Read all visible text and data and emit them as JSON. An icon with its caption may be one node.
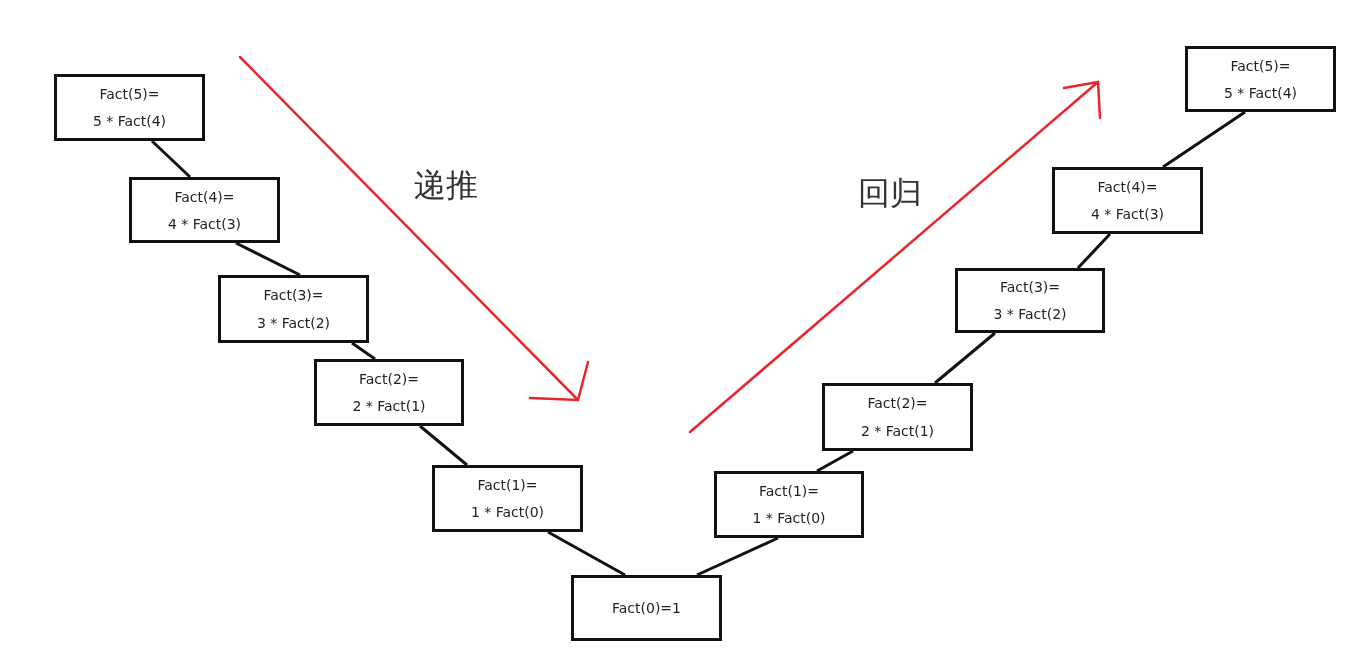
{
  "diagram": {
    "nodes": [
      {
        "text": [
          "Fact(5)=",
          "5 * Fact(4)"
        ]
      },
      {
        "text": [
          "Fact(4)=",
          "4 * Fact(3)"
        ]
      },
      {
        "text": [
          "Fact(3)=",
          "3 * Fact(2)"
        ]
      },
      {
        "text": [
          "Fact(2)=",
          "2 * Fact(1)"
        ]
      },
      {
        "text": [
          "Fact(1)=",
          "1 * Fact(0)"
        ]
      },
      {
        "text": [
          "Fact(0)=1"
        ]
      },
      {
        "text": [
          "Fact(1)=",
          "1 * Fact(0)"
        ]
      },
      {
        "text": [
          "Fact(2)=",
          "2 * Fact(1)"
        ]
      },
      {
        "text": [
          "Fact(3)=",
          "3 * Fact(2)"
        ]
      },
      {
        "text": [
          "Fact(4)=",
          "4 * Fact(3)"
        ]
      },
      {
        "text": [
          "Fact(5)=",
          "5 * Fact(4)"
        ]
      }
    ],
    "edges": [
      {
        "from": 0,
        "to": 1,
        "arrow": "none"
      },
      {
        "from": 1,
        "to": 2,
        "arrow": "none"
      },
      {
        "from": 2,
        "to": 3,
        "arrow": "none"
      },
      {
        "from": 3,
        "to": 4,
        "arrow": "none"
      },
      {
        "from": 4,
        "to": 5,
        "arrow": "none"
      },
      {
        "from": 5,
        "to": 6,
        "arrow": "none"
      },
      {
        "from": 6,
        "to": 7,
        "arrow": "none"
      },
      {
        "from": 7,
        "to": 8,
        "arrow": "none"
      },
      {
        "from": 8,
        "to": 9,
        "arrow": "none"
      },
      {
        "from": 9,
        "to": 10,
        "arrow": "none"
      }
    ],
    "labels": [
      "递推",
      "回归"
    ]
  }
}
